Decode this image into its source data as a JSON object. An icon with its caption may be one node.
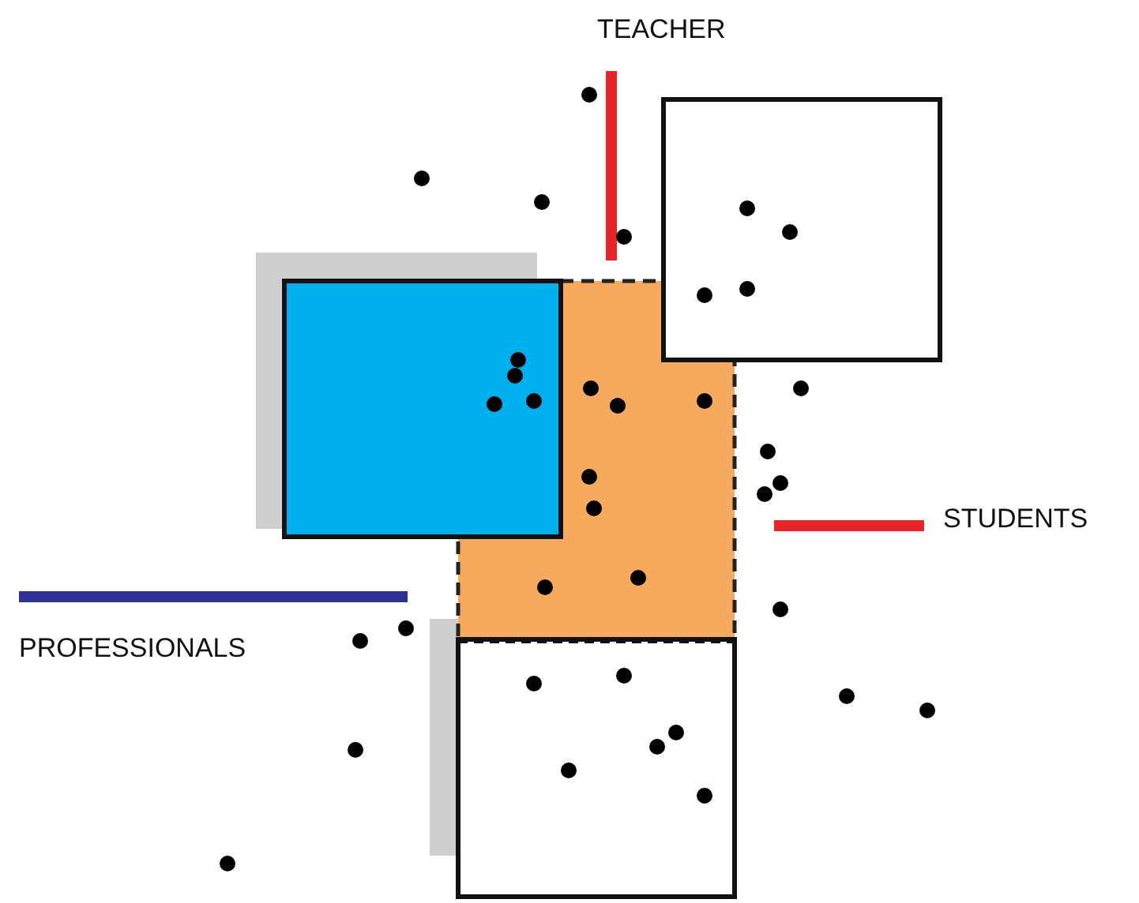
{
  "diagram": {
    "labels": [
      "TEACHER",
      "STUDENTS",
      "PROFESSIONALS"
    ]
  }
}
